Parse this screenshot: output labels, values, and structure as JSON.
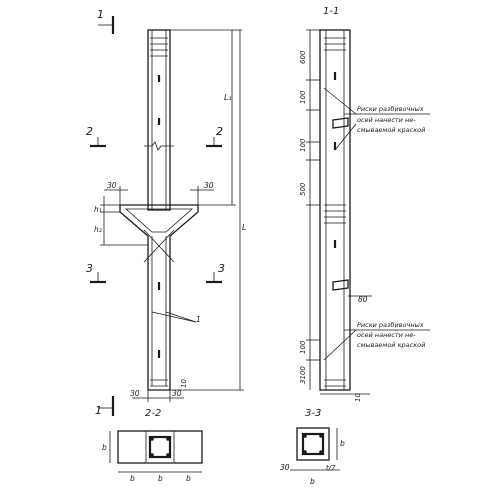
{
  "section_marks": {
    "s1": "1",
    "s2": "2",
    "s3": "3"
  },
  "section_titles": {
    "t11": "1-1",
    "t22": "2-2",
    "t33": "3-3"
  },
  "dims_left": {
    "d30_top_left": "30",
    "d30_top_right": "30",
    "h1": "h₁",
    "h2": "h₂",
    "L1": "L₁",
    "L": "L",
    "d30_bot_left": "30",
    "d30_bot_right": "30",
    "d10": "10",
    "leader_1": "1"
  },
  "dims_right": {
    "d600": "600",
    "d100_a": "100",
    "d100_b": "100",
    "d500": "500",
    "d80": "80",
    "d100_c": "100",
    "d3100": "3100",
    "d10": "10"
  },
  "notes": {
    "note_top": [
      "Риски разбивочных",
      "осей нанести не-",
      "смываемой краской"
    ],
    "note_bottom": [
      "Риски разбивочных",
      "осей нанести не-",
      "смываемой краской"
    ]
  },
  "sec22_dims": {
    "b_left": "b",
    "b1": "b",
    "b2": "b",
    "b3": "b"
  },
  "sec33_dims": {
    "b_right": "b",
    "b_bottom": "b",
    "d30": "30",
    "t17": "t/7"
  }
}
